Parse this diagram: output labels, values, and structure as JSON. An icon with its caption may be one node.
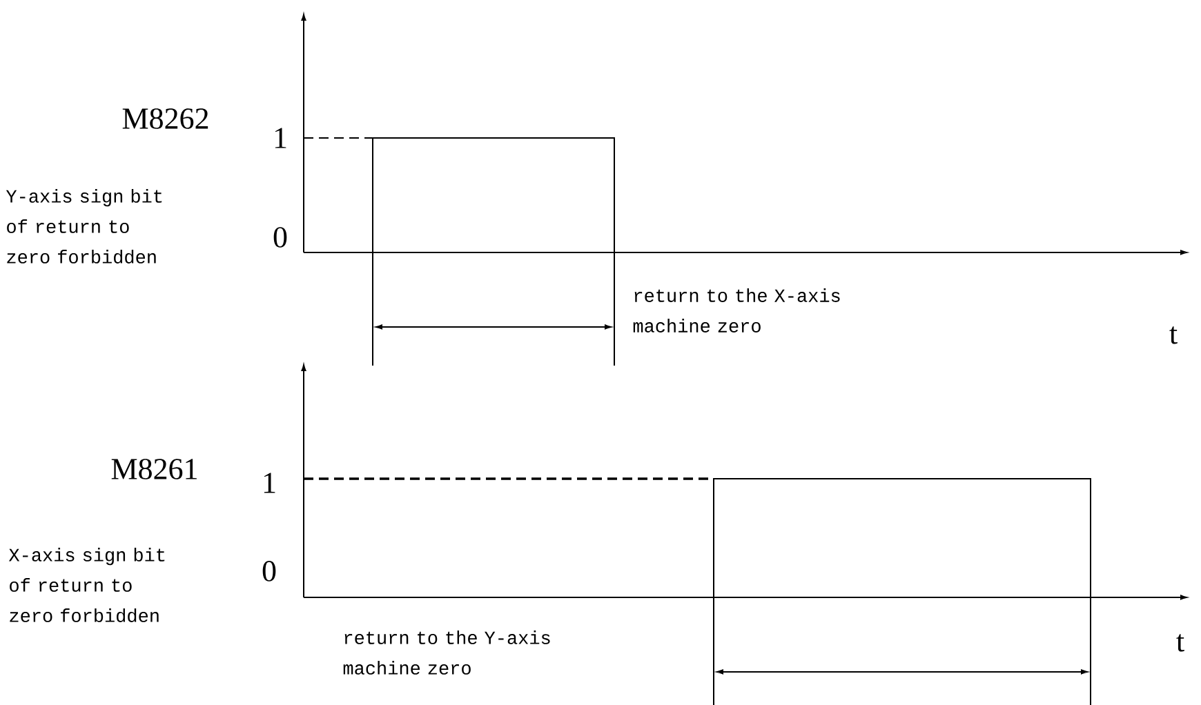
{
  "diagram": {
    "labels": [
      "M8262",
      "1",
      "Y-axis sign bit of return to zero forbidden",
      "0",
      "return to the X-axis machine zero",
      "t",
      "M8261",
      "1",
      "X-axis sign bit of return to zero forbidden",
      "0",
      "return to the Y-axis machine zero",
      "t"
    ]
  }
}
